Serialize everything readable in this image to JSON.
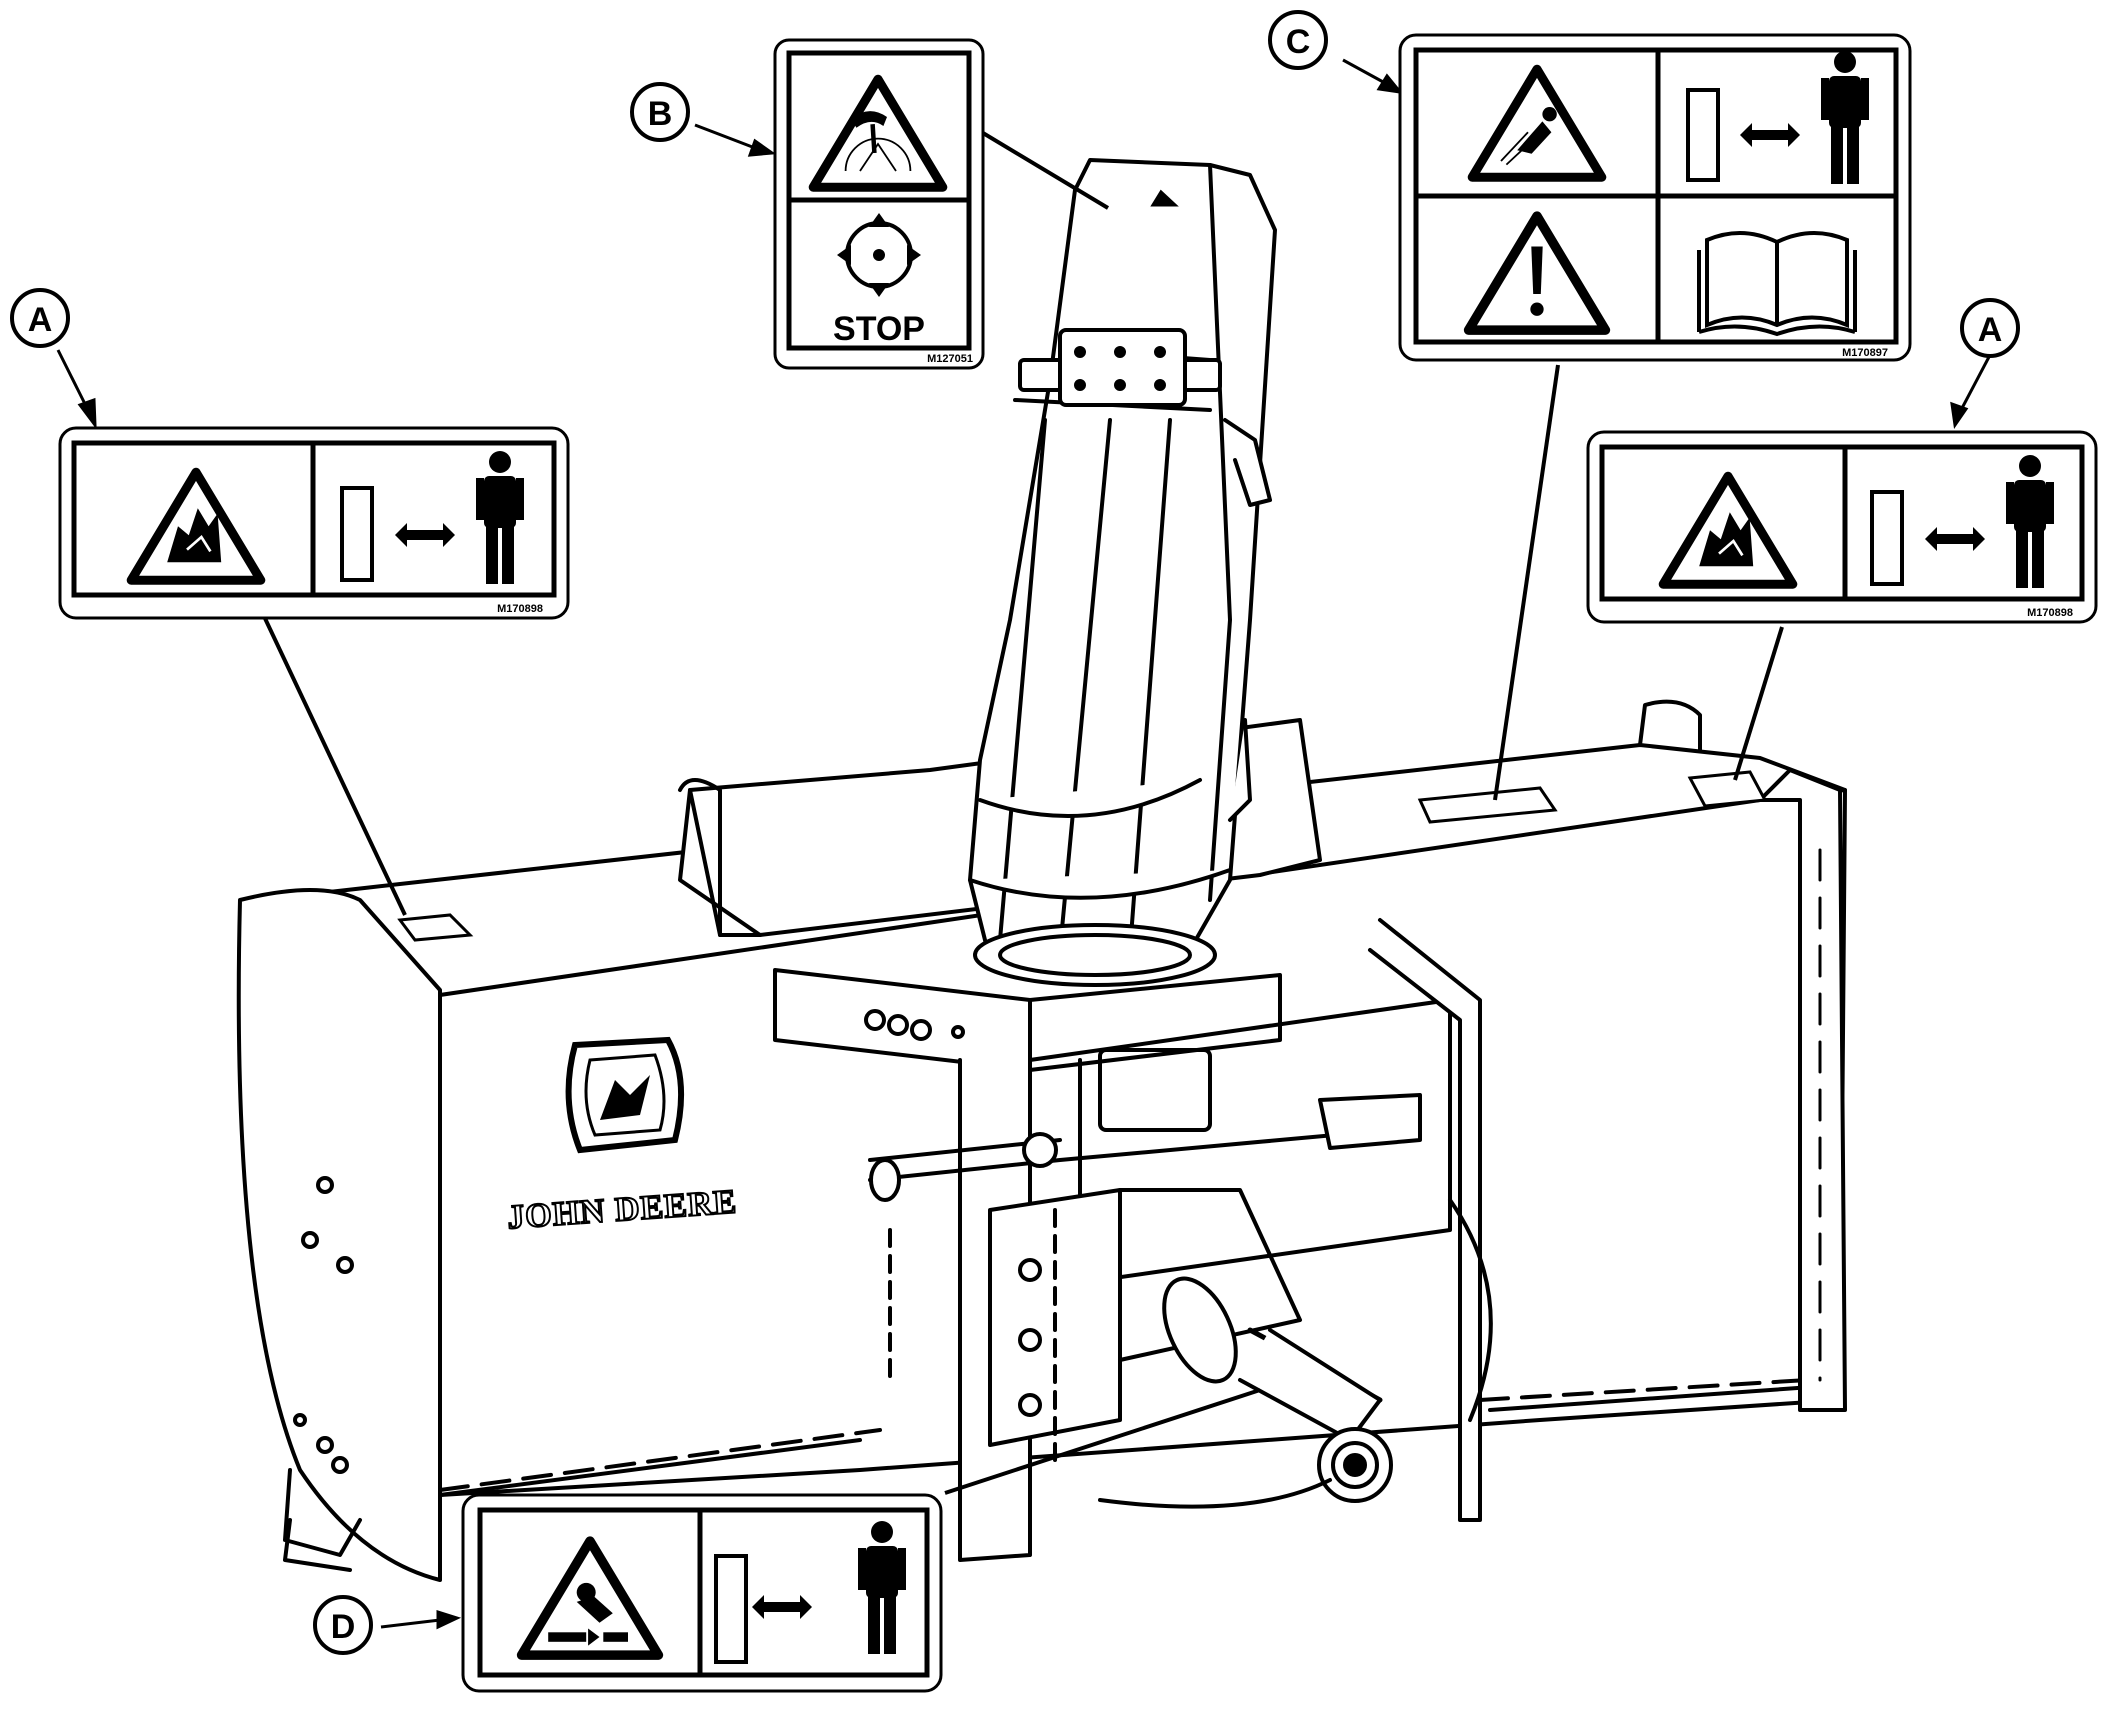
{
  "callouts": {
    "a_left": "A",
    "a_right": "A",
    "b": "B",
    "c": "C",
    "d": "D"
  },
  "decals": {
    "a_left_code": "M170898",
    "a_right_code": "M170898",
    "b_code": "M127051",
    "c_code": "M170897",
    "b_stop": "STOP"
  },
  "machine": {
    "brand": "JOHN DEERE"
  },
  "icons": {
    "decal_a": [
      "hand-entanglement-warning-icon",
      "safe-distance-person-icon"
    ],
    "decal_b": [
      "discharge-chute-hand-hazard-icon",
      "stop-rotation-icon"
    ],
    "decal_c": [
      "thrown-object-warning-icon",
      "safe-distance-person-icon",
      "general-caution-icon",
      "operator-manual-icon"
    ],
    "decal_d": [
      "driveline-entanglement-icon",
      "safe-distance-person-icon"
    ]
  },
  "colors": {
    "ink": "#000000",
    "paper": "#ffffff"
  }
}
